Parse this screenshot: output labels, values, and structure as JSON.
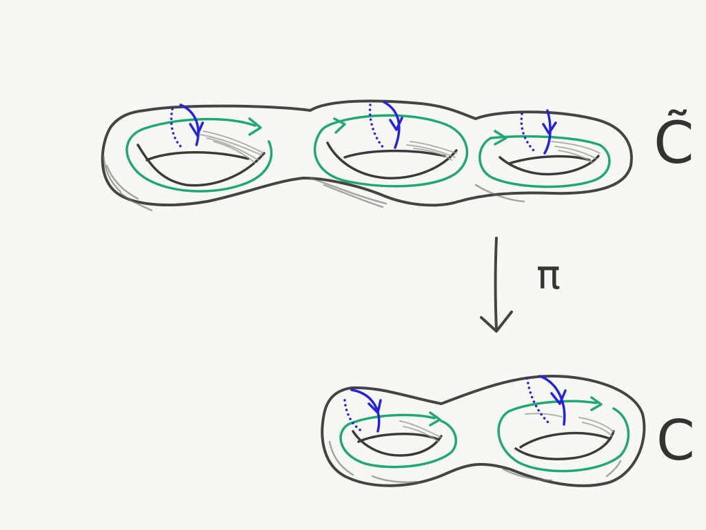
{
  "labels": {
    "cover_surface": "C̃",
    "base_surface": "C",
    "map": "π"
  },
  "colors": {
    "outline": "#444444",
    "a_cycle": "#1fa874",
    "b_cycle": "#2222e0",
    "background": "#f7f7f4"
  }
}
